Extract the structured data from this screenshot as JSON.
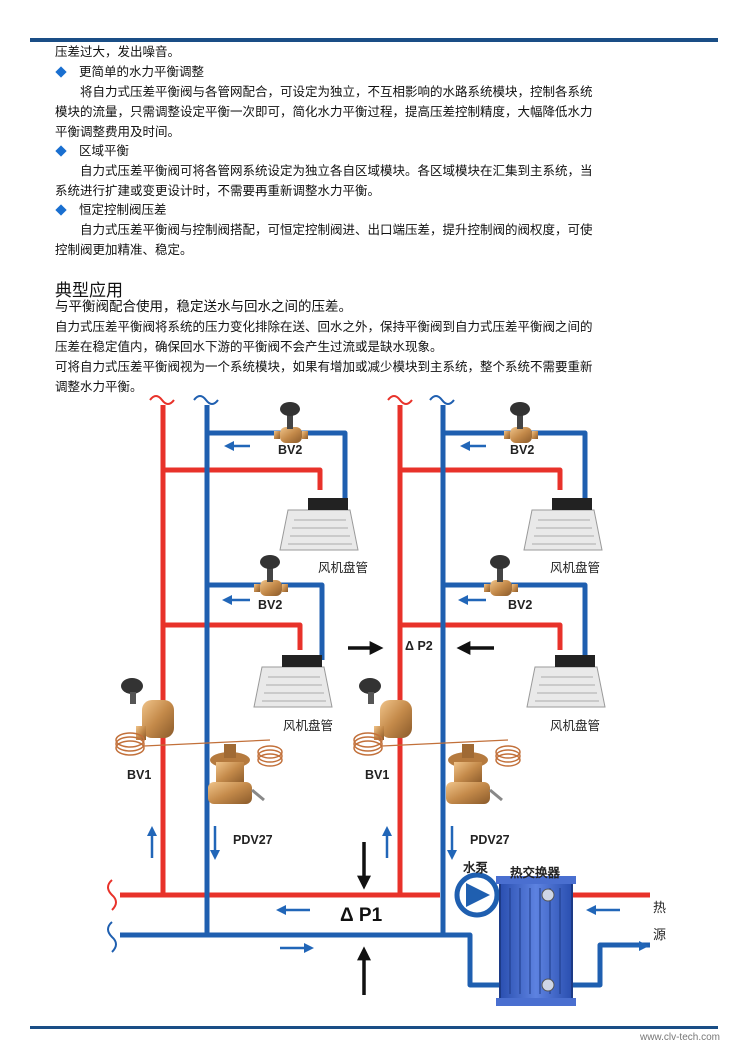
{
  "header": {
    "continued_line": "压差过大，发出噪音。"
  },
  "bullets": [
    {
      "title": "更简单的水力平衡调整",
      "lines": [
        "将自力式压差平衡阀与各管网配合，可设定为独立，不互相影响的水路系统模块，控制各系统",
        "模块的流量，只需调整设定平衡一次即可，简化水力平衡过程，提高压差控制精度，大幅降低水力",
        "平衡调整费用及时间。"
      ]
    },
    {
      "title": "区域平衡",
      "lines": [
        "自力式压差平衡阀可将各管网系统设定为独立各自区域模块。各区域模块在汇集到主系统，当",
        "系统进行扩建或变更设计时，不需要再重新调整水力平衡。"
      ]
    },
    {
      "title": "恒定控制阀压差",
      "lines": [
        "自力式压差平衡阀与控制阀搭配，可恒定控制阀进、出口端压差，提升控制阀的阀权度，可使",
        "控制阀更加精准、稳定。"
      ]
    }
  ],
  "section": {
    "heading": "典型应用",
    "paragraphs": [
      "与平衡阀配合使用，稳定送水与回水之间的压差。",
      "自力式压差平衡阀将系统的压力变化排除在送、回水之外，保持平衡阀到自力式压差平衡阀之间的",
      "压差在稳定值内，确保回水下游的平衡阀不会产生过流或是缺水现象。",
      "可将自力式压差平衡阀视为一个系统模块，如果有增加或减少模块到主系统，整个系统不需要重新",
      "调整水力平衡。"
    ]
  },
  "diagram": {
    "labels": {
      "bv2": "BV2",
      "fan_coil": "风机盘管",
      "bv1": "BV1",
      "pdv27": "PDV27",
      "dp1": "Δ P1",
      "dp2": "Δ P2",
      "pump": "水泵",
      "exchanger": "热交换器",
      "heat_source_1": "热",
      "heat_source_2": "源"
    },
    "colors": {
      "supply": "#e8322a",
      "return": "#1f5fb0",
      "arrow": "#2166b8"
    }
  },
  "footer": {
    "website": "www.clv-tech.com"
  }
}
